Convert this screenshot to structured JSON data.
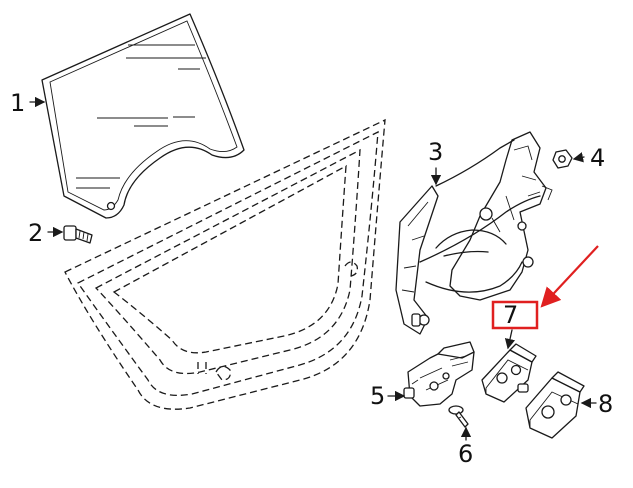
{
  "callouts": [
    {
      "id": "1",
      "part": "door-glass"
    },
    {
      "id": "2",
      "part": "glass-bolt"
    },
    {
      "id": "3",
      "part": "window-regulator"
    },
    {
      "id": "4",
      "part": "regulator-nut"
    },
    {
      "id": "5",
      "part": "regulator-motor"
    },
    {
      "id": "6",
      "part": "motor-screw"
    },
    {
      "id": "7",
      "part": "glass-clip-upper",
      "highlighted": true
    },
    {
      "id": "8",
      "part": "glass-clip-lower"
    }
  ],
  "colors": {
    "line": "#1a1a1a",
    "highlight": "#e02020",
    "background": "#ffffff"
  }
}
